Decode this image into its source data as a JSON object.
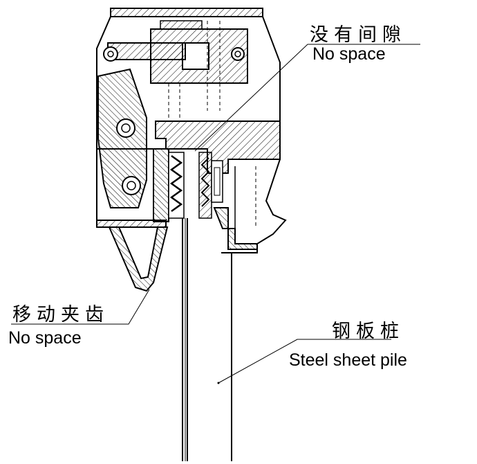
{
  "labels": {
    "no_gap_cn": "没有间隙",
    "no_gap_en": "No space",
    "jaw_cn": "移动夹齿",
    "jaw_en": "No space",
    "pile_cn": "钢板桩",
    "pile_en": "Steel sheet pile"
  }
}
